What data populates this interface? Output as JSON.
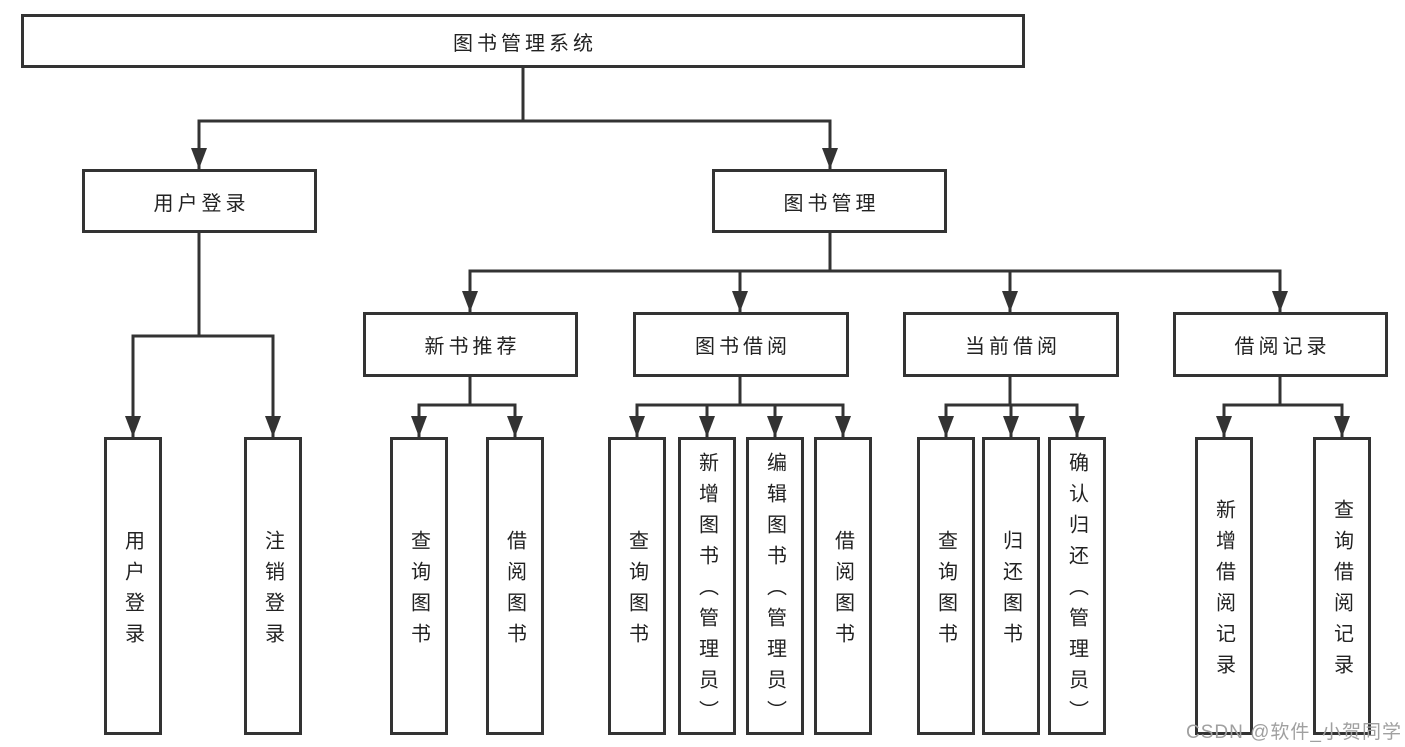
{
  "colors": {
    "line": "#333333",
    "box_border": "#333333",
    "text": "#222222",
    "background": "#ffffff",
    "watermark": "#a0a0a0"
  },
  "tree": {
    "label": "图书管理系统",
    "children": [
      {
        "label": "用户登录",
        "children": [
          {
            "label": "用户登录"
          },
          {
            "label": "注销登录"
          }
        ]
      },
      {
        "label": "图书管理",
        "children": [
          {
            "label": "新书推荐",
            "children": [
              {
                "label": "查询图书"
              },
              {
                "label": "借阅图书"
              }
            ]
          },
          {
            "label": "图书借阅",
            "children": [
              {
                "label": "查询图书"
              },
              {
                "label": "新增图书（管理员）"
              },
              {
                "label": "编辑图书（管理员）"
              },
              {
                "label": "借阅图书"
              }
            ]
          },
          {
            "label": "当前借阅",
            "children": [
              {
                "label": "查询图书"
              },
              {
                "label": "归还图书"
              },
              {
                "label": "确认归还（管理员）"
              }
            ]
          },
          {
            "label": "借阅记录",
            "children": [
              {
                "label": "新增借阅记录"
              },
              {
                "label": "查询借阅记录"
              }
            ]
          }
        ]
      }
    ]
  },
  "watermark": {
    "text": "CSDN @软件_小贺同学"
  }
}
